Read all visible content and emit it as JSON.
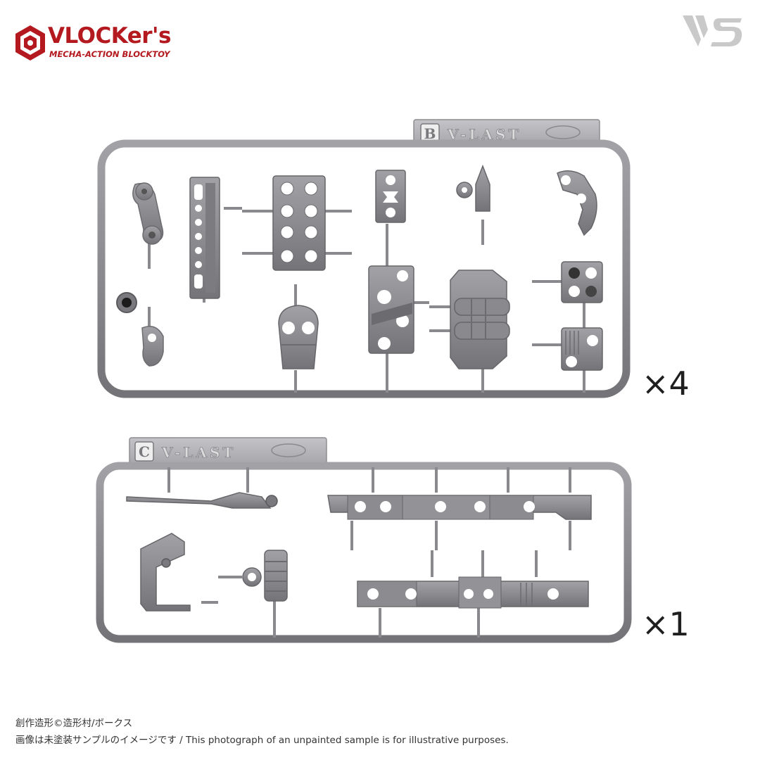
{
  "brand": {
    "logo_title": "VLOCKer's",
    "logo_subtitle": "MECHA-ACTION BLOCKTOY",
    "maker_mark": "VS",
    "brand_color": "#b3191e"
  },
  "runners": [
    {
      "letter": "B",
      "name": "V-LAST",
      "multiplier": "×4"
    },
    {
      "letter": "C",
      "name": "V-LAST",
      "multiplier": "×1"
    }
  ],
  "captions": {
    "credit": "創作造形©造形村/ボークス",
    "disclaimer": "画像は未塗装サンプルのイメージです / This photograph of an unpainted sample is for illustrative purposes."
  },
  "colors": {
    "plastic": "#8a8a8e",
    "plastic_dark": "#6c6c70",
    "plastic_light": "#a9a9ad"
  }
}
